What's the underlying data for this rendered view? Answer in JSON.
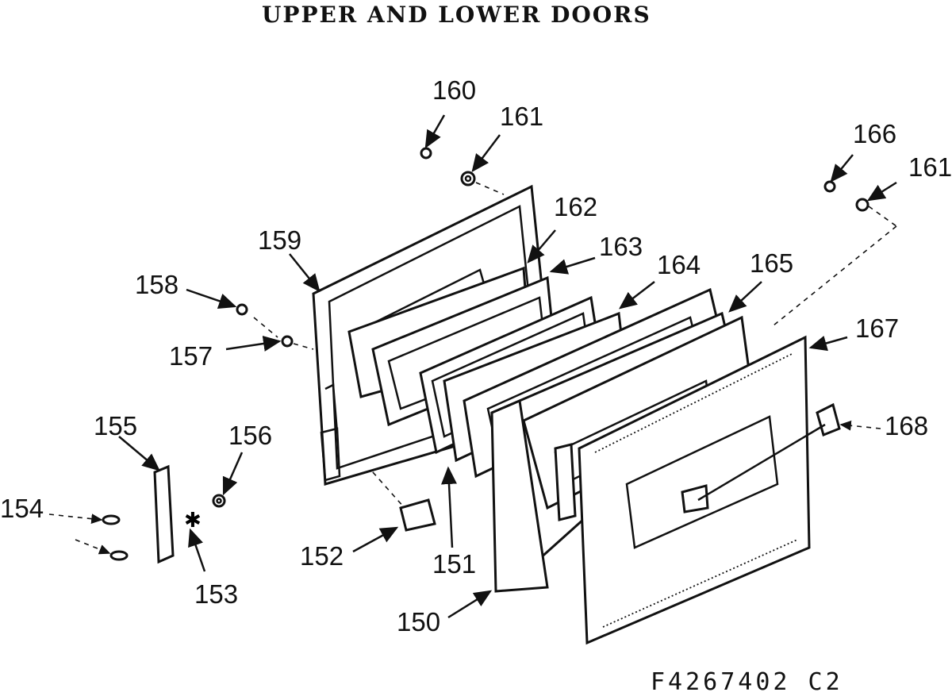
{
  "title": "UPPER AND LOWER DOORS",
  "figure_code": "F4267402 C2",
  "callouts": {
    "c150": "150",
    "c151": "151",
    "c152": "152",
    "c153": "153",
    "c154": "154",
    "c155": "155",
    "c156": "156",
    "c157": "157",
    "c158": "158",
    "c159": "159",
    "c160": "160",
    "c161a": "161",
    "c161b": "161",
    "c162": "162",
    "c163": "163",
    "c164": "164",
    "c165": "165",
    "c166": "166",
    "c167": "167",
    "c168": "168"
  }
}
